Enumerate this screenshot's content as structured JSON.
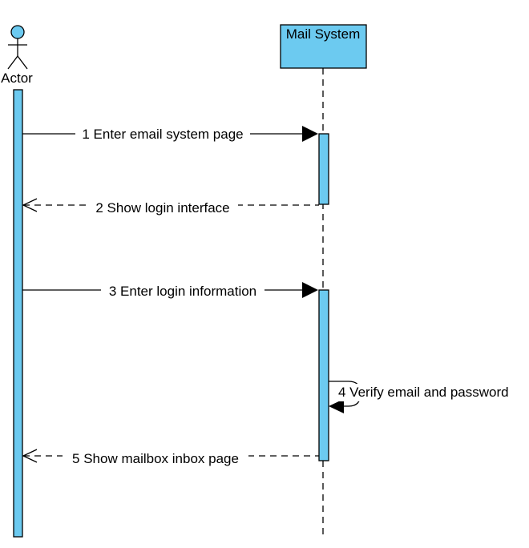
{
  "colors": {
    "fill": "#6ccaf0",
    "stroke": "#000000",
    "background": "#ffffff"
  },
  "actor": {
    "label": "Actor",
    "icon": "stick-figure-icon"
  },
  "lifeline": {
    "title": "Mail System"
  },
  "messages": [
    {
      "number": "1",
      "label": "1 Enter email system page",
      "kind": "sync",
      "direction": "to-system"
    },
    {
      "number": "2",
      "label": "2 Show login interface",
      "kind": "return",
      "direction": "to-actor"
    },
    {
      "number": "3",
      "label": "3 Enter login information",
      "kind": "sync",
      "direction": "to-system"
    },
    {
      "number": "4",
      "label": "4 Verify email and password",
      "kind": "self",
      "direction": "self"
    },
    {
      "number": "5",
      "label": "5 Show mailbox inbox page",
      "kind": "return",
      "direction": "to-actor"
    }
  ]
}
